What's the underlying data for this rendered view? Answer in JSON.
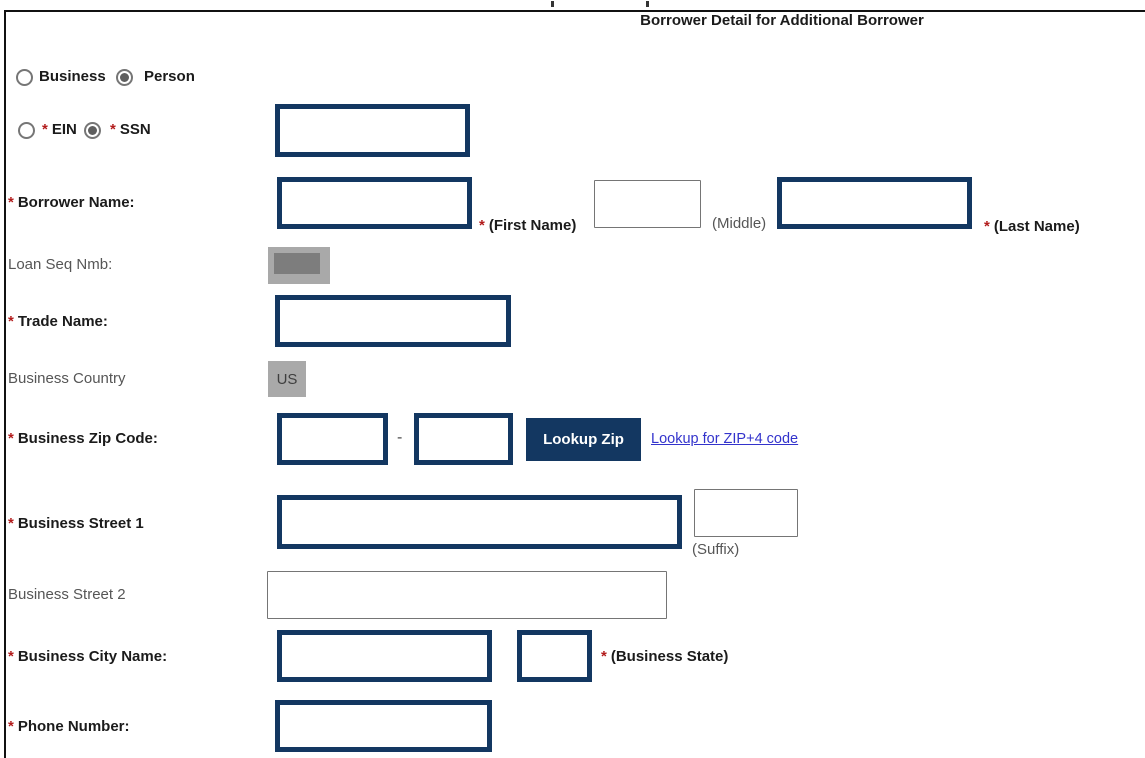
{
  "title": "Borrower Detail for Additional Borrower",
  "misc": {
    "asterisk": "*",
    "zip_separator": "-"
  },
  "colors": {
    "navy": "#133761",
    "asterisk_red": "#b21b1b",
    "label_dark": "#1b1b1b",
    "label_gray": "#565656",
    "link_blue": "#3333cc",
    "disabled_gray": "#a9a9a9"
  },
  "borrower_type": {
    "business": {
      "label": "Business",
      "selected": false
    },
    "person": {
      "label": "Person",
      "selected": true
    }
  },
  "tax_id": {
    "ein": {
      "label": "EIN",
      "required": true,
      "selected": false
    },
    "ssn": {
      "label": "SSN",
      "required": true,
      "selected": true
    },
    "value": ""
  },
  "borrower_name": {
    "label": "Borrower Name:",
    "first": {
      "value": "",
      "hint": "(First Name)"
    },
    "middle": {
      "value": "",
      "hint": "(Middle)"
    },
    "last": {
      "value": "",
      "hint": "(Last Name)"
    }
  },
  "loan_seq": {
    "label": "Loan Seq Nmb:",
    "value_redacted": true
  },
  "trade_name": {
    "label": "Trade Name:",
    "value": ""
  },
  "business_country": {
    "label": "Business Country",
    "value": "US"
  },
  "business_zip": {
    "label": "Business Zip Code:",
    "zip5": "",
    "zip4": "",
    "lookup_button": "Lookup Zip",
    "lookup_link": "Lookup for ZIP+4 code"
  },
  "business_street1": {
    "label": "Business Street 1",
    "value": "",
    "suffix_value": "",
    "suffix_hint": "(Suffix)"
  },
  "business_street2": {
    "label": "Business Street 2",
    "value": ""
  },
  "business_city": {
    "label": "Business City Name:",
    "value": "",
    "state_value": "",
    "state_hint": "(Business State)"
  },
  "phone": {
    "label": "Phone Number:",
    "value": ""
  }
}
